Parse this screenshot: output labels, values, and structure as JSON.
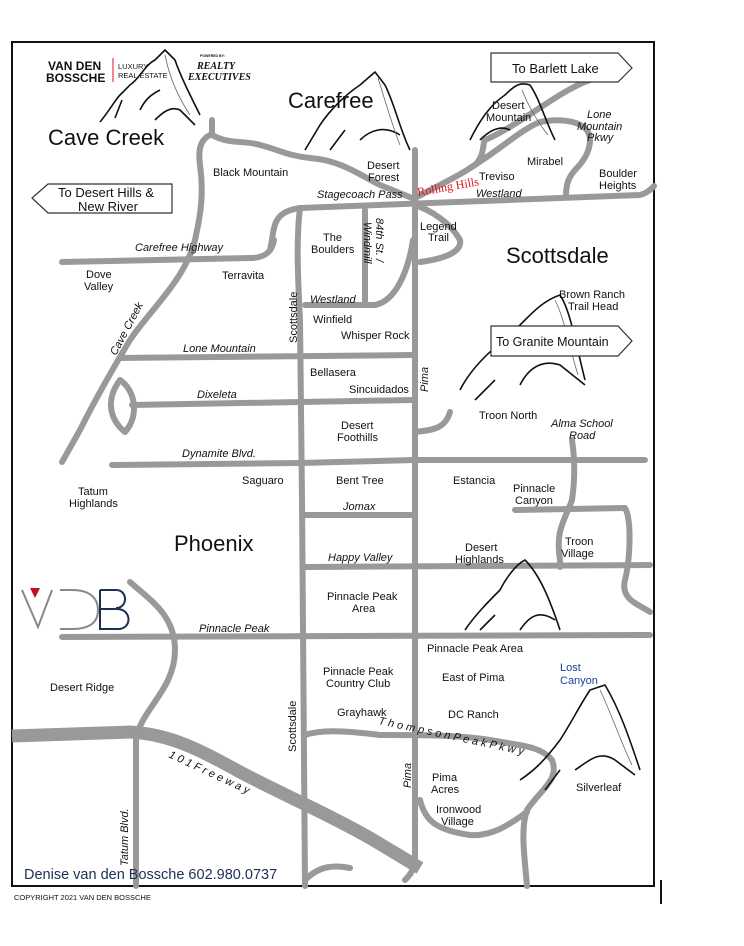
{
  "branding": {
    "company_line1": "VAN DEN",
    "company_line2": "BOSSCHE",
    "tag_line1": "LUXURY",
    "tag_line2": "REAL ESTATE",
    "powered_by": "POWERED BY:",
    "realty_line1": "REALTY",
    "realty_line2": "EXECUTIVES",
    "vdb_logo": "VDB",
    "contact": "Denise van den Bossche 602.980.0737",
    "copyright": "COPYRIGHT 2021 VAN DEN BOSSCHE"
  },
  "colors": {
    "road": "#999999",
    "accent_red": "#e0101e",
    "logo_navy": "#1b2f57",
    "lost_canyon": "#1a3fa0"
  },
  "cities": {
    "cave_creek": "Cave Creek",
    "carefree": "Carefree",
    "scottsdale": "Scottsdale",
    "phoenix": "Phoenix"
  },
  "signs": {
    "barlett": "To Barlett Lake",
    "desert_hills_1": "To Desert Hills &",
    "desert_hills_2": "New River",
    "granite": "To Granite Mountain"
  },
  "roads": {
    "stagecoach": "Stagecoach Pass",
    "westland": "Westland",
    "westland2": "Westland",
    "carefree_hwy": "Carefree Highway",
    "cave_creek": "Cave Creek",
    "scottsdale": "Scottsdale",
    "scottsdale2": "Scottsdale",
    "pima": "Pima",
    "pima2": "Pima",
    "lone_mountain": "Lone Mountain",
    "dixeleta": "Dixeleta",
    "dynamite": "Dynamite Blvd.",
    "jomax": "Jomax",
    "happy_valley": "Happy Valley",
    "pinnacle_peak": "Pinnacle Peak",
    "freeway": "1 0 1  F r e e w a y",
    "tatum": "Tatum Blvd.",
    "thompson": "T h o m p s o n  P e a k  P k w y",
    "lone_mtn_pkwy_1": "Lone",
    "lone_mtn_pkwy_2": "Mountain",
    "lone_mtn_pkwy_3": "Pkwy",
    "alma_1": "Alma School",
    "alma_2": "Road",
    "st84_1": "84th St. /",
    "st84_2": "Windmill"
  },
  "areas": {
    "black_mountain": "Black Mountain",
    "desert_forest_1": "Desert",
    "desert_forest_2": "Forest",
    "desert_mountain_1": "Desert",
    "desert_mountain_2": "Mountain",
    "mirabel": "Mirabel",
    "rolling_hills": "Rolling Hills",
    "treviso": "Treviso",
    "boulder_1": "Boulder",
    "boulder_2": "Heights",
    "legend_1": "Legend",
    "legend_2": "Trail",
    "boulders_1": "The",
    "boulders_2": "Boulders",
    "dove_1": "Dove",
    "dove_2": "Valley",
    "terravita": "Terravita",
    "winfield": "Winfield",
    "whisper": "Whisper Rock",
    "brown_1": "Brown Ranch",
    "brown_2": "Trail Head",
    "bellasera": "Bellasera",
    "sincuidados": "Sincuidados",
    "desert_foothills_1": "Desert",
    "desert_foothills_2": "Foothills",
    "troon_north": "Troon North",
    "tatum_highlands_1": "Tatum",
    "tatum_highlands_2": "Highlands",
    "saguaro": "Saguaro",
    "bent_tree": "Bent Tree",
    "estancia": "Estancia",
    "pinnacle_canyon_1": "Pinnacle",
    "pinnacle_canyon_2": "Canyon",
    "troon_village_1": "Troon",
    "troon_village_2": "Village",
    "desert_highlands_1": "Desert",
    "desert_highlands_2": "Highlands",
    "pp_area_1": "Pinnacle Peak",
    "pp_area_2": "Area",
    "pp_area_east": "Pinnacle Peak Area",
    "ppcc_1": "Pinnacle Peak",
    "ppcc_2": "Country Club",
    "desert_ridge": "Desert Ridge",
    "east_of_pima": "East of Pima",
    "lost_canyon_1": "Lost",
    "lost_canyon_2": "Canyon",
    "grayhawk": "Grayhawk",
    "dc_ranch": "DC Ranch",
    "pima_acres_1": "Pima",
    "pima_acres_2": "Acres",
    "ironwood_1": "Ironwood",
    "ironwood_2": "Village",
    "silverleaf": "Silverleaf"
  }
}
